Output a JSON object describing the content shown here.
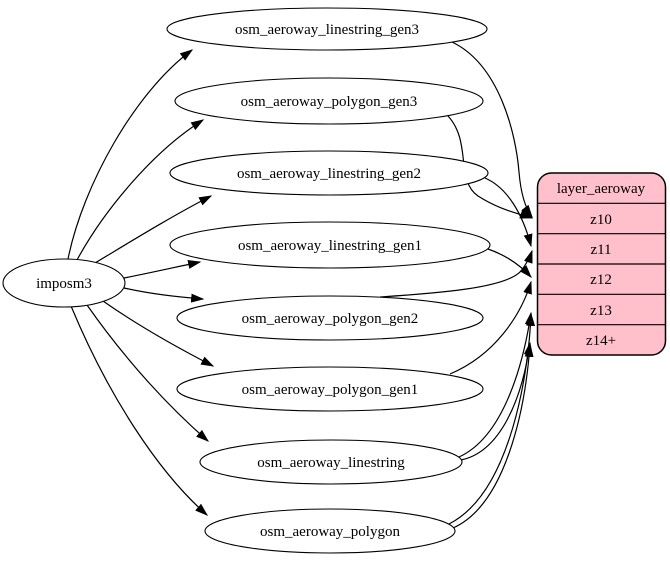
{
  "source": {
    "label": "imposm3"
  },
  "tables": [
    {
      "label": "osm_aeroway_linestring_gen3"
    },
    {
      "label": "osm_aeroway_polygon_gen3"
    },
    {
      "label": "osm_aeroway_linestring_gen2"
    },
    {
      "label": "osm_aeroway_linestring_gen1"
    },
    {
      "label": "osm_aeroway_polygon_gen2"
    },
    {
      "label": "osm_aeroway_polygon_gen1"
    },
    {
      "label": "osm_aeroway_linestring"
    },
    {
      "label": "osm_aeroway_polygon"
    }
  ],
  "layer": {
    "title": "layer_aeroway",
    "rows": [
      "z10",
      "z11",
      "z12",
      "z13",
      "z14+"
    ]
  },
  "colors": {
    "layer_fill": "#ffc0cb",
    "table_fill": "#ffffff",
    "stroke": "#000000"
  },
  "edges": [
    {
      "from": "imposm3",
      "to": "osm_aeroway_linestring_gen3"
    },
    {
      "from": "imposm3",
      "to": "osm_aeroway_polygon_gen3"
    },
    {
      "from": "imposm3",
      "to": "osm_aeroway_linestring_gen2"
    },
    {
      "from": "imposm3",
      "to": "osm_aeroway_linestring_gen1"
    },
    {
      "from": "imposm3",
      "to": "osm_aeroway_polygon_gen2"
    },
    {
      "from": "imposm3",
      "to": "osm_aeroway_polygon_gen1"
    },
    {
      "from": "imposm3",
      "to": "osm_aeroway_linestring"
    },
    {
      "from": "imposm3",
      "to": "osm_aeroway_polygon"
    },
    {
      "from": "osm_aeroway_linestring_gen3",
      "to": "layer_aeroway:z10"
    },
    {
      "from": "osm_aeroway_polygon_gen3",
      "to": "layer_aeroway:z10"
    },
    {
      "from": "osm_aeroway_linestring_gen2",
      "to": "layer_aeroway:z11"
    },
    {
      "from": "osm_aeroway_polygon_gen2",
      "to": "layer_aeroway:z11"
    },
    {
      "from": "osm_aeroway_linestring_gen1",
      "to": "layer_aeroway:z12"
    },
    {
      "from": "osm_aeroway_polygon_gen1",
      "to": "layer_aeroway:z12"
    },
    {
      "from": "osm_aeroway_linestring",
      "to": "layer_aeroway:z13"
    },
    {
      "from": "osm_aeroway_polygon",
      "to": "layer_aeroway:z13"
    },
    {
      "from": "osm_aeroway_linestring",
      "to": "layer_aeroway:z14+"
    },
    {
      "from": "osm_aeroway_polygon",
      "to": "layer_aeroway:z14+"
    }
  ]
}
